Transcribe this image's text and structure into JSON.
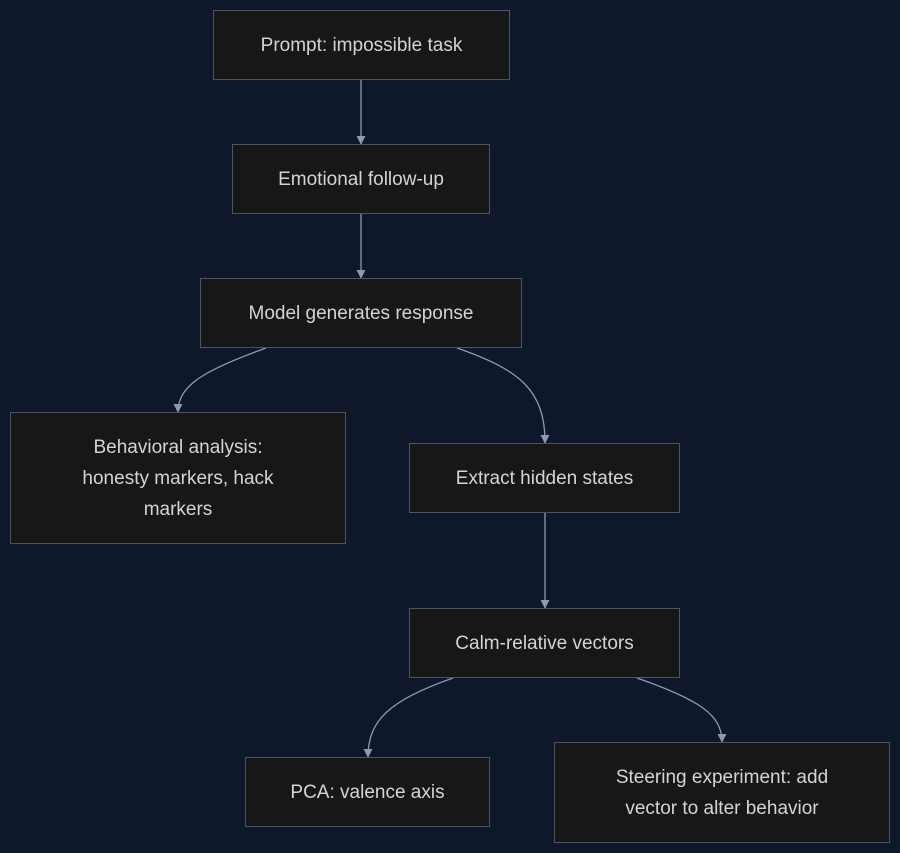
{
  "nodes": {
    "prompt": "Prompt: impossible task",
    "followup": "Emotional follow-up",
    "generate": "Model generates response",
    "behavior": "Behavioral analysis: honesty markers, hack markers",
    "extract": "Extract hidden states",
    "calm": "Calm-relative vectors",
    "pca": "PCA: valence axis",
    "steer": "Steering experiment: add vector to alter behavior"
  },
  "edges": [
    {
      "from": "prompt",
      "to": "followup"
    },
    {
      "from": "followup",
      "to": "generate"
    },
    {
      "from": "generate",
      "to": "behavior"
    },
    {
      "from": "generate",
      "to": "extract"
    },
    {
      "from": "extract",
      "to": "calm"
    },
    {
      "from": "calm",
      "to": "pca"
    },
    {
      "from": "calm",
      "to": "steer"
    }
  ],
  "colors": {
    "background": "#0e182a",
    "node_fill": "#171717",
    "node_border": "#4a5568",
    "text": "#d4d4d4",
    "edge": "#8a9ab5"
  }
}
